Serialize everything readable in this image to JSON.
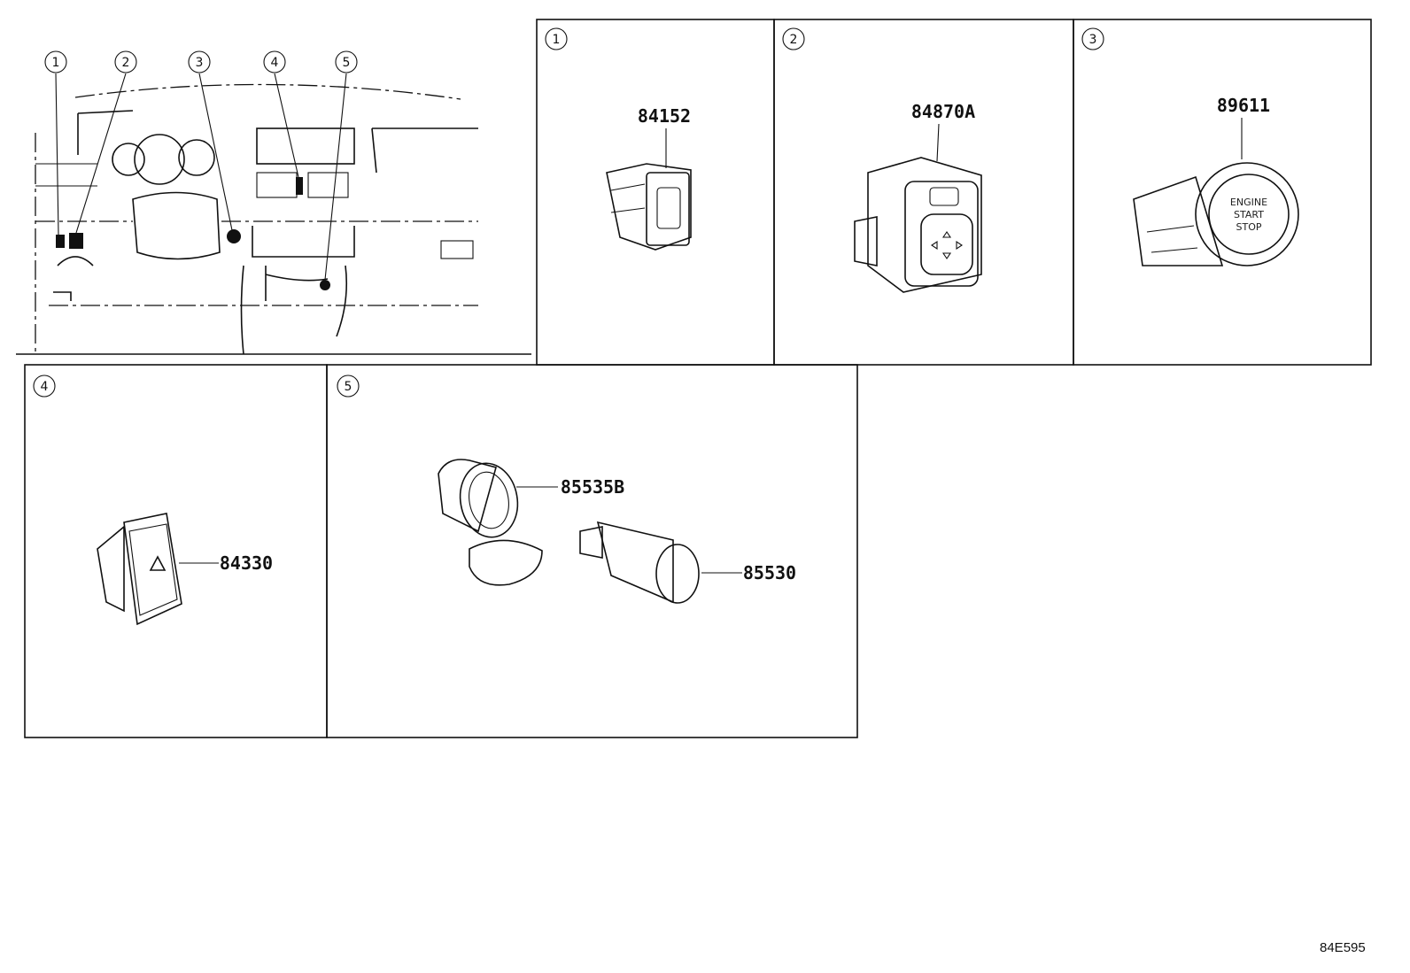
{
  "callouts": [
    "1",
    "2",
    "3",
    "4",
    "5"
  ],
  "panels": [
    {
      "id": "1",
      "parts": [
        "84152"
      ]
    },
    {
      "id": "2",
      "parts": [
        "84870A"
      ]
    },
    {
      "id": "3",
      "parts": [
        "89611"
      ],
      "button_text": [
        "ENGINE",
        "START",
        "STOP"
      ]
    },
    {
      "id": "4",
      "parts": [
        "84330"
      ]
    },
    {
      "id": "5",
      "parts": [
        "85535B",
        "85530"
      ]
    }
  ],
  "drawing_code": "84E595"
}
